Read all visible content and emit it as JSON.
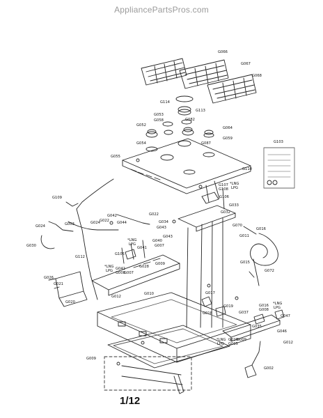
{
  "header": {
    "site": "AppliancePartsPros.com"
  },
  "footer": {
    "page": "1/12"
  },
  "callouts": {
    "grates": [
      "G066",
      "G067",
      "G068"
    ],
    "burners": [
      "G114",
      "G113",
      "G053",
      "G058",
      "G052",
      "G082",
      "G054",
      "G064",
      "G059",
      "G087"
    ],
    "cooktop": [
      "G055",
      "G110",
      "G103"
    ],
    "valves": [
      "G107",
      "G108",
      "G106",
      "G033",
      "G032",
      "G022",
      "G070",
      "G016",
      "G011",
      "G109"
    ],
    "left": [
      "G042",
      "G022",
      "G024",
      "G044",
      "G024",
      "G003",
      "G030",
      "G034",
      "G043"
    ],
    "middle": [
      "G043",
      "G040",
      "G041",
      "G007",
      "G105",
      "G028",
      "G042",
      "G008",
      "G007",
      "G112",
      "G012",
      "G010",
      "G009",
      "G021",
      "G020",
      "G026"
    ],
    "lower": [
      "G015",
      "G072",
      "G017",
      "G019",
      "G016",
      "G018",
      "G037",
      "G008",
      "G047",
      "G035",
      "G046",
      "G029",
      "G009",
      "G005",
      "G012",
      "G002",
      "G009"
    ],
    "gas_tags": [
      "*LNG",
      "LPG",
      "*LNG",
      "LPG",
      "*LNG",
      "LPG",
      "*LNG",
      "LPG",
      "*LNG",
      "LPG"
    ]
  }
}
